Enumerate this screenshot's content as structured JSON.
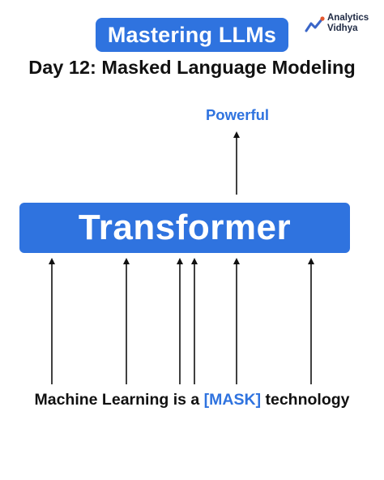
{
  "header": {
    "badge_text": "Mastering LLMs",
    "logo_line1": "Analytics",
    "logo_line2": "Vidhya",
    "title": "Day 12: Masked Language Modeling"
  },
  "diagram": {
    "output_label": "Powerful",
    "model_label": "Transformer",
    "sentence_before": "Machine Learning is a",
    "mask_token": "[MASK]",
    "sentence_after": "technology"
  },
  "colors": {
    "accent": "#2f73df",
    "text": "#111111",
    "logo_text": "#1f2a44",
    "logo_icon": "#3a66c8",
    "logo_accent": "#e4572e"
  },
  "icons": {
    "logo_mark": "trend-line-icon"
  }
}
